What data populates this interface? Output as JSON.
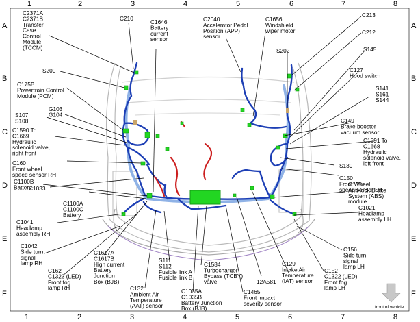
{
  "grid": {
    "columns": [
      "1",
      "2",
      "3",
      "4",
      "5",
      "6",
      "7",
      "8"
    ],
    "rows": [
      "A",
      "B",
      "C",
      "D",
      "E",
      "F"
    ]
  },
  "labels": {
    "c2371": [
      "C2371A",
      "C2371B",
      "Transfer",
      "Case",
      "Control",
      "Module",
      "(TCCM)"
    ],
    "c210": [
      "C210"
    ],
    "c1646": [
      "C1646",
      "Battery",
      "current",
      "sensor"
    ],
    "c2040": [
      "C2040",
      "Accelerator Pedal",
      "Position (APP)",
      "sensor"
    ],
    "c1656": [
      "C1656",
      "Windshield",
      "wiper motor"
    ],
    "c213": [
      "C213"
    ],
    "c212": [
      "C212"
    ],
    "s202": [
      "S202"
    ],
    "s145": [
      "S145"
    ],
    "s200": [
      "S200"
    ],
    "c175b": [
      "C175B",
      "Powertrain Control",
      "Module (PCM)"
    ],
    "c127": [
      "C127",
      "Hood switch"
    ],
    "s141": [
      "S141",
      "S161",
      "S144"
    ],
    "g103": [
      "G103",
      "G104"
    ],
    "s107": [
      "S107",
      "S108"
    ],
    "c149": [
      "C149",
      "Brake booster",
      "vacuum sensor"
    ],
    "c1590": [
      "C1590 To",
      "C1669",
      "Hydraulic",
      "solenoid valve,",
      "right front"
    ],
    "c1591": [
      "C1591 To",
      "C1668",
      "Hydraulic",
      "solenoid valve,",
      "left front"
    ],
    "c160": [
      "C160",
      "Front wheel",
      "speed sensor RH"
    ],
    "s139": [
      "S139"
    ],
    "c1033": [
      "C1033"
    ],
    "c150": [
      "C150",
      "Front Wheel",
      "speed sensor LH"
    ],
    "c1100b": [
      "C1100B",
      "Battery"
    ],
    "c1100a": [
      "C1100A",
      "C1100C",
      "Battery"
    ],
    "c135": [
      "C135",
      "Anti-lock Brake",
      "System (ABS)",
      "module"
    ],
    "c1041": [
      "C1041",
      "Headlamp",
      "assembly RH"
    ],
    "c1021": [
      "C1021",
      "Headlamp",
      "assembly LH"
    ],
    "c1042": [
      "C1042",
      "Side turn",
      "signal",
      "lamp RH"
    ],
    "c156": [
      "C156",
      "Side turn",
      "signal",
      "lamp LH"
    ],
    "c1584": [
      "C1584",
      "Turbocharger",
      "Bypass (TCBY)",
      "valve"
    ],
    "s111": [
      "S111",
      "S112",
      "Fusible link A",
      "Fusible link B"
    ],
    "c162": [
      "C162",
      "C1323  (LED)",
      "Front fog",
      "lamp RH"
    ],
    "c1617": [
      "C1617A",
      "C1617B",
      "High current",
      "Battery",
      "Junction",
      "Box (BJB)"
    ],
    "c129": [
      "C129",
      "Intake Air",
      "Temperature",
      "(IAT) sensor"
    ],
    "c152": [
      "C152",
      "C1322 (LED)",
      "Front fog",
      "lamp LH"
    ],
    "a12581": [
      "12A581"
    ],
    "c132": [
      "C132",
      "Ambient Air",
      "Temperature",
      "(AAT) sensor"
    ],
    "c1035": [
      "C1035A",
      "C1035B",
      "Battery Junction",
      "Box (BJB)"
    ],
    "c1465": [
      "C1465",
      "Front impact",
      "severity sensor"
    ],
    "front": [
      "front of vehicle"
    ]
  },
  "colors": {
    "harness_blue": "#1d3fb5",
    "harness_light": "#8fb2e6",
    "connector_green": "#22d622",
    "battery_red": "#cc1f1f",
    "body_outline": "#b9b9b9",
    "arrow_gray": "#c8c8c8"
  }
}
